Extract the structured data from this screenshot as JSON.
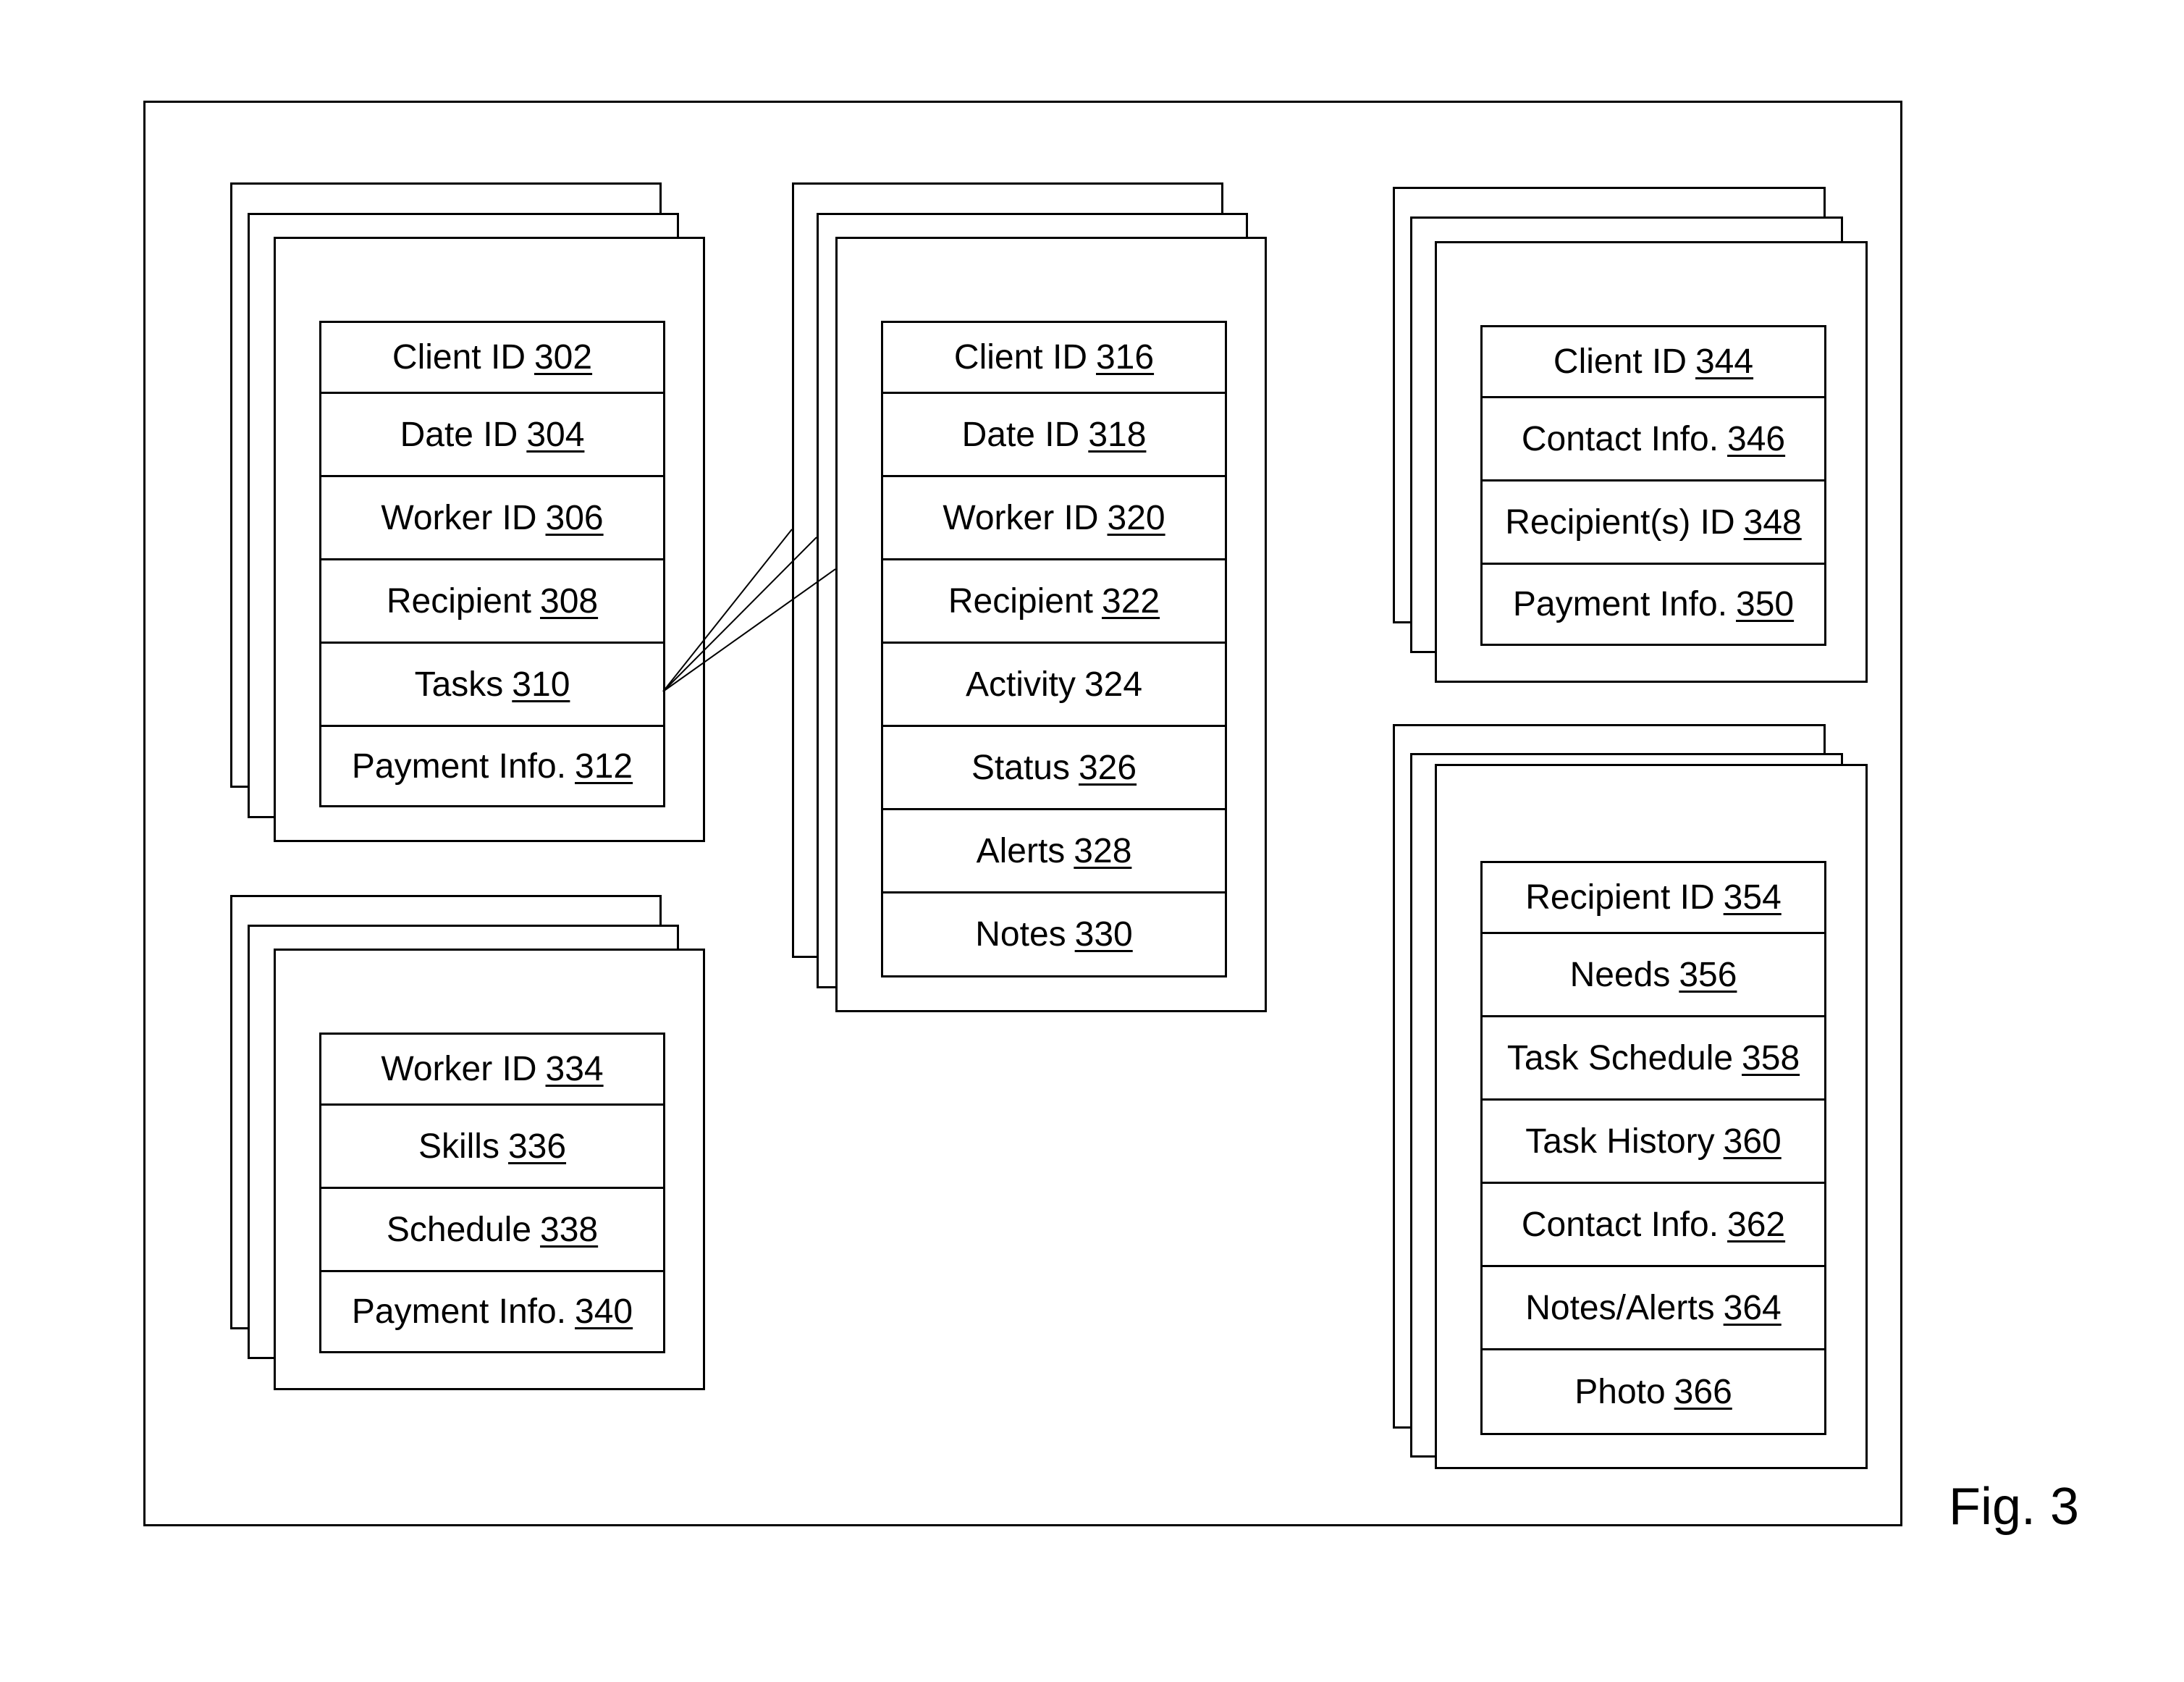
{
  "figure_label": "Fig. 3",
  "tables": {
    "client_task": {
      "rows": [
        {
          "label": "Client ID",
          "ref": "302"
        },
        {
          "label": "Date ID",
          "ref": "304"
        },
        {
          "label": "Worker ID",
          "ref": "306"
        },
        {
          "label": "Recipient",
          "ref": "308"
        },
        {
          "label": "Tasks",
          "ref": "310"
        },
        {
          "label": "Payment Info.",
          "ref": "312"
        }
      ]
    },
    "task_detail": {
      "rows": [
        {
          "label": "Client ID",
          "ref": "316"
        },
        {
          "label": "Date ID",
          "ref": "318"
        },
        {
          "label": "Worker ID",
          "ref": "320"
        },
        {
          "label": "Recipient",
          "ref": "322"
        },
        {
          "label": "Activity",
          "ref": "324"
        },
        {
          "label": "Status",
          "ref": "326"
        },
        {
          "label": "Alerts",
          "ref": "328"
        },
        {
          "label": "Notes",
          "ref": "330"
        }
      ]
    },
    "worker": {
      "rows": [
        {
          "label": "Worker ID",
          "ref": "334"
        },
        {
          "label": "Skills",
          "ref": "336"
        },
        {
          "label": "Schedule",
          "ref": "338"
        },
        {
          "label": "Payment Info.",
          "ref": "340"
        }
      ]
    },
    "client": {
      "rows": [
        {
          "label": "Client ID",
          "ref": "344"
        },
        {
          "label": "Contact Info.",
          "ref": "346"
        },
        {
          "label": "Recipient(s) ID",
          "ref": "348"
        },
        {
          "label": "Payment Info.",
          "ref": "350"
        }
      ]
    },
    "recipient": {
      "rows": [
        {
          "label": "Recipient ID",
          "ref": "354"
        },
        {
          "label": "Needs",
          "ref": "356"
        },
        {
          "label": "Task Schedule",
          "ref": "358"
        },
        {
          "label": "Task History",
          "ref": "360"
        },
        {
          "label": "Contact Info.",
          "ref": "362"
        },
        {
          "label": "Notes/Alerts",
          "ref": "364"
        },
        {
          "label": "Photo",
          "ref": "366"
        }
      ]
    }
  }
}
